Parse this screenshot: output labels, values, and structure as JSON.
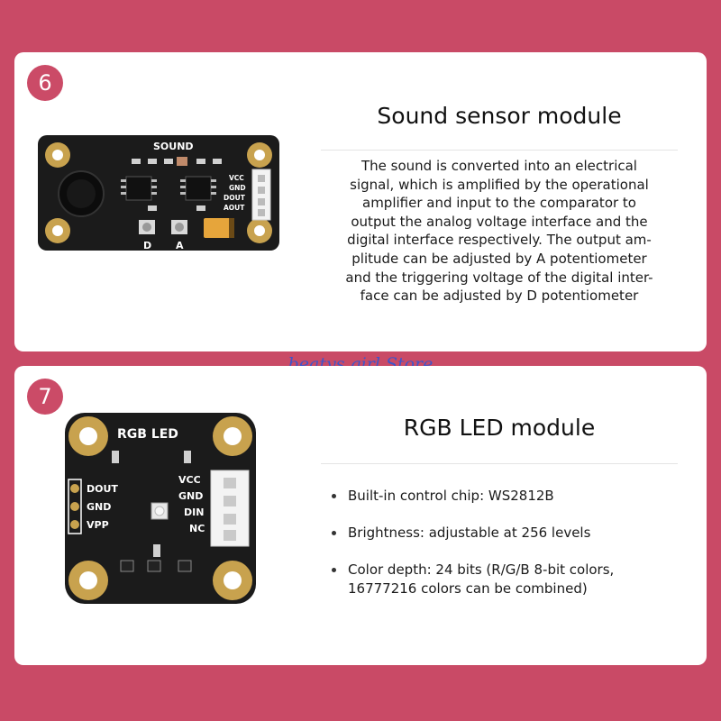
{
  "section1": {
    "badge": "6",
    "title": "Sound sensor module",
    "description_lines": [
      "The sound is converted into an electrical",
      "signal, which is amplified by the operational",
      "amplifier and input to the comparator to",
      "output the analog voltage interface and the",
      "digital interface respectively. The output am-",
      "plitude can be adjusted by A potentiometer",
      "and the triggering voltage of the digital inter-",
      "face can be adjusted by D potentiometer"
    ],
    "board": {
      "silk_title": "SOUND",
      "pins": [
        "VCC",
        "GND",
        "DOUT",
        "AOUT"
      ],
      "pot_labels": [
        "D",
        "A"
      ]
    }
  },
  "section2": {
    "badge": "7",
    "title": "RGB LED module",
    "bullets": [
      [
        "Built-in control chip: WS2812B"
      ],
      [
        "Brightness: adjustable at 256 levels"
      ],
      [
        "Color depth: 24 bits (R/G/B 8-bit colors,",
        "16777216 colors can be combined)"
      ]
    ],
    "board": {
      "silk_title": "RGB LED",
      "left_pins": [
        "DOUT",
        "GND",
        "VPP"
      ],
      "right_pins": [
        "VCC",
        "GND",
        "DIN",
        "NC"
      ]
    }
  },
  "watermark": "beatys girl Store",
  "colors": {
    "background": "#c94a66",
    "badge": "#cb4b67",
    "card": "#ffffff",
    "pcb": "#1b1b1b",
    "watermark": "#3f54c9"
  }
}
